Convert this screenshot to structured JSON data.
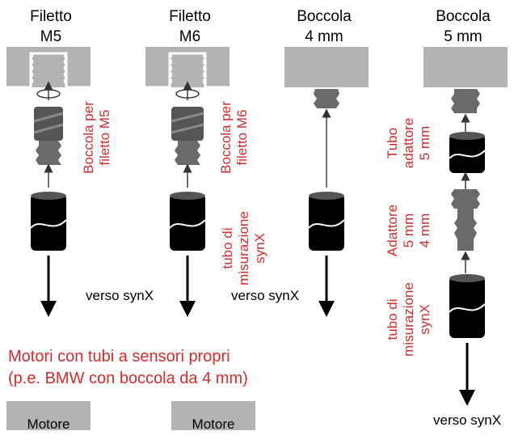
{
  "columns": [
    {
      "title_line1": "Filetto",
      "title_line2": "M5"
    },
    {
      "title_line1": "Filetto",
      "title_line2": "M6"
    },
    {
      "title_line1": "Boccola",
      "title_line2": "4 mm"
    },
    {
      "title_line1": "Boccola",
      "title_line2": "5 mm"
    }
  ],
  "labels": {
    "bushing_m5": {
      "line1": "Boccola per",
      "line2": "filetto M5"
    },
    "bushing_m6": {
      "line1": "Boccola per",
      "line2": "filetto M6"
    },
    "tube_m6": {
      "line1": "tubo di",
      "line2": "misurazione",
      "line3": "synX"
    },
    "adapter_tube": {
      "line1": "Tubo",
      "line2": "adattore",
      "line3": "5 mm"
    },
    "adapter": {
      "line1": "Adattore",
      "line2": "5 mm",
      "line3": "4 mm"
    },
    "tube_5mm": {
      "line1": "tubo di",
      "line2": "misurazione",
      "line3": "synX"
    }
  },
  "verso": {
    "text1": "verso synX",
    "text2": "verso synX",
    "text3": "verso synX"
  },
  "note": {
    "line1": "Motori con tubi a sensori propri",
    "line2": "(p.e. BMW con boccola da 4 mm)"
  },
  "motors": {
    "label1": "Motore",
    "label2": "Motore"
  },
  "colors": {
    "accent": "#d42b2b",
    "gray": "#b3b3b3",
    "dark": "#333333"
  }
}
